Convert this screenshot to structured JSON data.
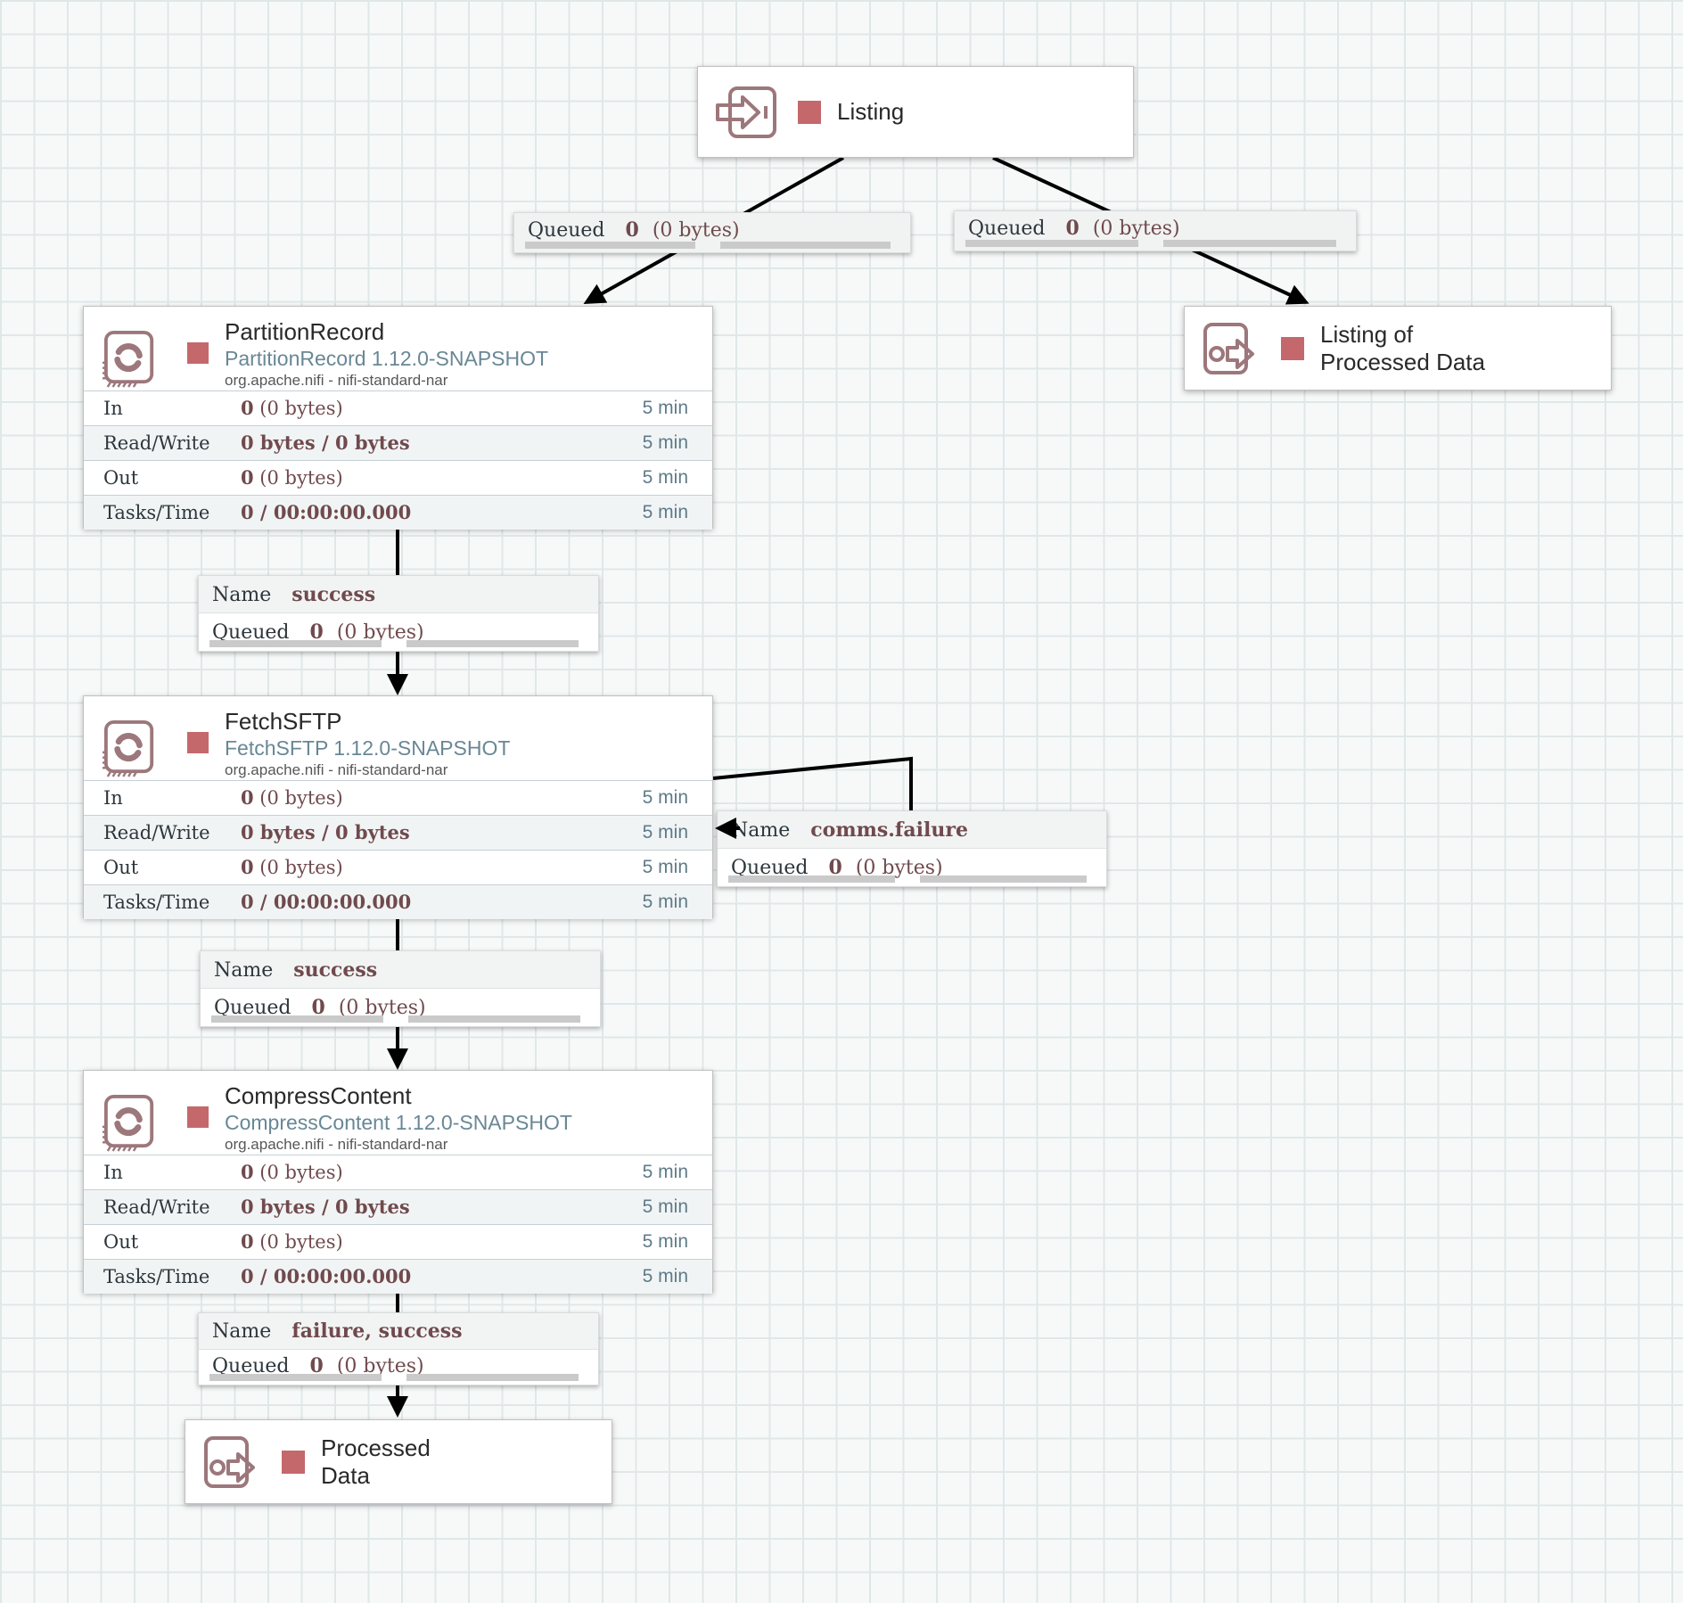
{
  "canvas": {
    "app": "NiFi flow canvas"
  },
  "colors": {
    "accent_rose": "#9c777b",
    "status_stopped": "#c5686b",
    "value_maroon": "#704a4d",
    "type_bluegray": "#698795",
    "window_bluegray": "#5e7b89",
    "connection_line": "#000000"
  },
  "processors": [
    {
      "name": "PartitionRecord",
      "type_version": "PartitionRecord 1.12.0-SNAPSHOT",
      "bundle": "org.apache.nifi - nifi-standard-nar",
      "rows": [
        {
          "label": "In",
          "bold": "0",
          "rest": " (0 bytes)",
          "window": "5 min"
        },
        {
          "label": "Read/Write",
          "bold": "0 bytes / 0 bytes",
          "rest": "",
          "window": "5 min"
        },
        {
          "label": "Out",
          "bold": "0",
          "rest": " (0 bytes)",
          "window": "5 min"
        },
        {
          "label": "Tasks/Time",
          "bold": "0 / 00:00:00.000",
          "rest": "",
          "window": "5 min"
        }
      ]
    },
    {
      "name": "FetchSFTP",
      "type_version": "FetchSFTP 1.12.0-SNAPSHOT",
      "bundle": "org.apache.nifi - nifi-standard-nar",
      "rows": [
        {
          "label": "In",
          "bold": "0",
          "rest": " (0 bytes)",
          "window": "5 min"
        },
        {
          "label": "Read/Write",
          "bold": "0 bytes / 0 bytes",
          "rest": "",
          "window": "5 min"
        },
        {
          "label": "Out",
          "bold": "0",
          "rest": " (0 bytes)",
          "window": "5 min"
        },
        {
          "label": "Tasks/Time",
          "bold": "0 / 00:00:00.000",
          "rest": "",
          "window": "5 min"
        }
      ]
    },
    {
      "name": "CompressContent",
      "type_version": "CompressContent 1.12.0-SNAPSHOT",
      "bundle": "org.apache.nifi - nifi-standard-nar",
      "rows": [
        {
          "label": "In",
          "bold": "0",
          "rest": " (0 bytes)",
          "window": "5 min"
        },
        {
          "label": "Read/Write",
          "bold": "0 bytes / 0 bytes",
          "rest": "",
          "window": "5 min"
        },
        {
          "label": "Out",
          "bold": "0",
          "rest": " (0 bytes)",
          "window": "5 min"
        },
        {
          "label": "Tasks/Time",
          "bold": "0 / 00:00:00.000",
          "rest": "",
          "window": "5 min"
        }
      ]
    }
  ],
  "ports": [
    {
      "kind": "input",
      "line1": "Listing",
      "line2": ""
    },
    {
      "kind": "output",
      "line1": "Listing of",
      "line2": "Processed Data"
    },
    {
      "kind": "output",
      "line1": "Processed",
      "line2": "Data"
    }
  ],
  "connections": [
    {
      "queued_label": "Queued",
      "queued_count": "0",
      "queued_size": "(0 bytes)"
    },
    {
      "queued_label": "Queued",
      "queued_count": "0",
      "queued_size": "(0 bytes)"
    },
    {
      "name_label": "Name",
      "name_value": "success",
      "queued_label": "Queued",
      "queued_count": "0",
      "queued_size": "(0 bytes)"
    },
    {
      "name_label": "Name",
      "name_value": "comms.failure",
      "queued_label": "Queued",
      "queued_count": "0",
      "queued_size": "(0 bytes)"
    },
    {
      "name_label": "Name",
      "name_value": "success",
      "queued_label": "Queued",
      "queued_count": "0",
      "queued_size": "(0 bytes)"
    },
    {
      "name_label": "Name",
      "name_value": "failure, success",
      "queued_label": "Queued",
      "queued_count": "0",
      "queued_size": "(0 bytes)"
    }
  ]
}
